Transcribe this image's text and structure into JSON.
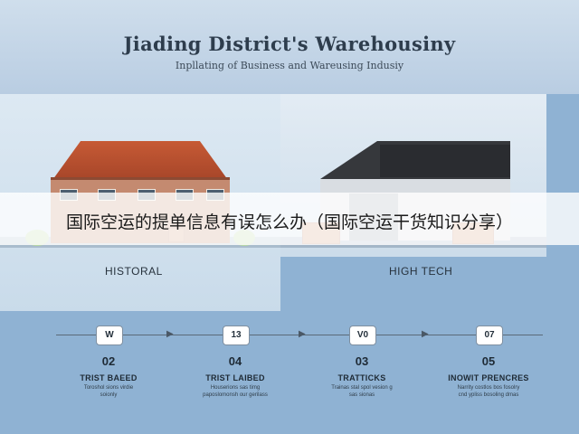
{
  "header": {
    "title": "Jiading District's Warehousiny",
    "subtitle": "Inpllating of Business and Wareusing Indusiy"
  },
  "overlay": {
    "caption": "国际空运的提单信息有误怎么办（国际空运干货知识分享）"
  },
  "eras": {
    "left": "HISTORAL",
    "right": "HIGH TECH"
  },
  "timeline": {
    "nodes": [
      "W",
      "13",
      "V0",
      "07"
    ],
    "steps": [
      {
        "number": "02",
        "title": "TRIST BAEED",
        "text": "Toroshol sions virdie soionly"
      },
      {
        "number": "04",
        "title": "TRIST LAIBED",
        "text": "Houserions sas timg paposlomonsh our gerilass"
      },
      {
        "number": "03",
        "title": "TRATTICKS",
        "text": "Trainas stal spol vesion g sas sionas"
      },
      {
        "number": "05",
        "title": "INOWIT PRENCRES",
        "text": "Narrity costlos bos fosolry cnd ypliss bosoling dmas"
      }
    ]
  },
  "colors": {
    "background": "#8fb2d3",
    "header_band": "#c9d9e9",
    "brick_roof": "#c65a35",
    "dark_roof": "#36383c"
  }
}
